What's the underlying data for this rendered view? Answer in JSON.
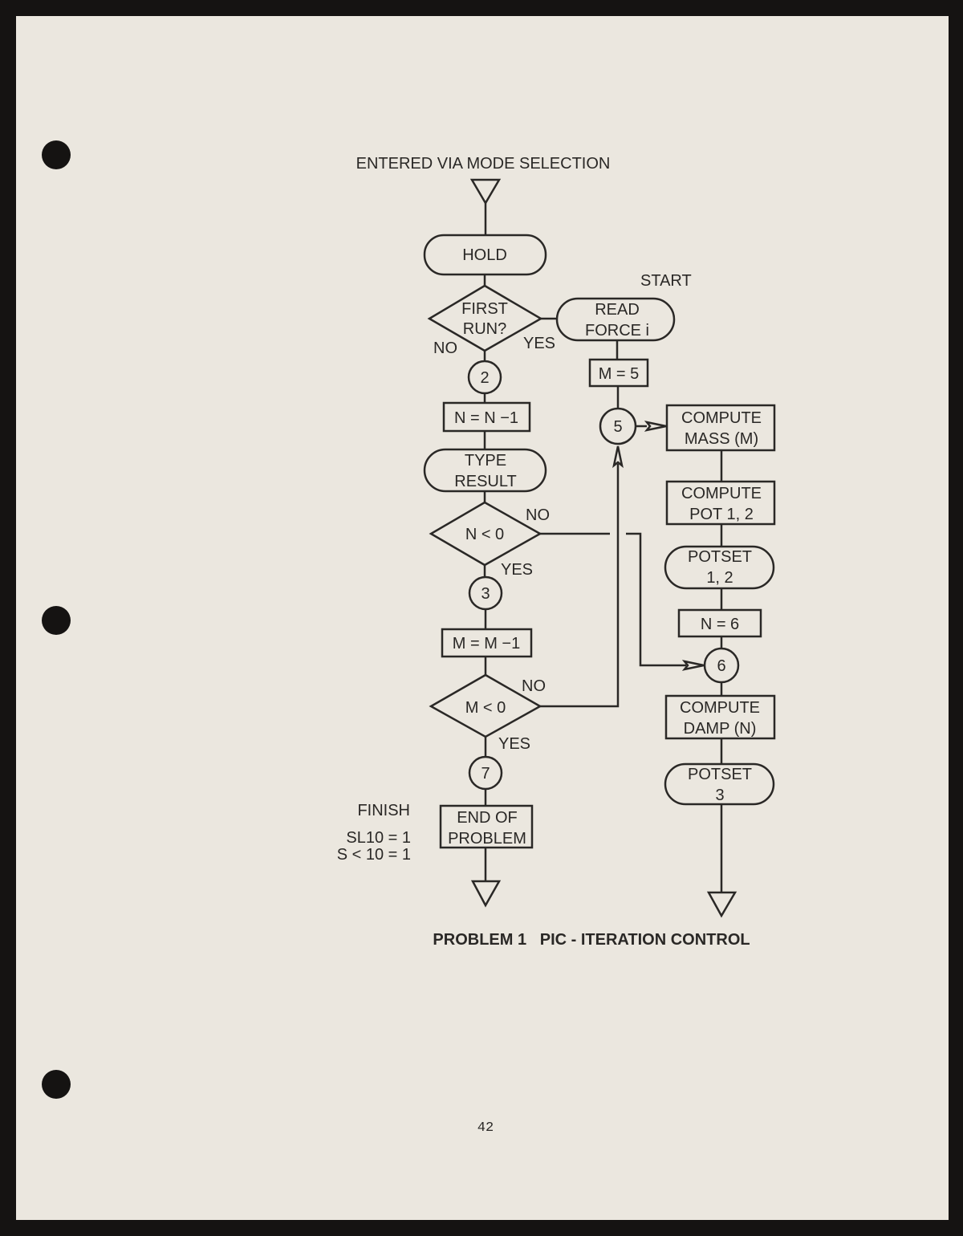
{
  "document": {
    "entry_label": "ENTERED VIA MODE SELECTION",
    "start_label": "START",
    "finish_label": "FINISH",
    "finish_conditions": [
      "SL10 = 1",
      "S < 10 = 1"
    ],
    "caption": "PROBLEM 1   PIC - ITERATION CONTROL",
    "page_number": "42"
  },
  "flowchart": {
    "nodes": {
      "hold": [
        "HOLD"
      ],
      "first_run": [
        "FIRST",
        "RUN?"
      ],
      "read_force": [
        "READ",
        "FORCE i"
      ],
      "m_eq_5": [
        "M = 5"
      ],
      "conn2": "2",
      "n_dec": [
        "N = N −1"
      ],
      "type_result": [
        "TYPE",
        "RESULT"
      ],
      "n_lt_0": [
        "N < 0"
      ],
      "conn3": "3",
      "m_dec": [
        "M = M −1"
      ],
      "m_lt_0": [
        "M < 0"
      ],
      "conn7": "7",
      "end_problem": [
        "END  OF",
        "PROBLEM"
      ],
      "conn5": "5",
      "compute_mass": [
        "COMPUTE",
        "MASS  (M)"
      ],
      "compute_pot": [
        "COMPUTE",
        "POT  1,  2"
      ],
      "potset12": [
        "POTSET",
        "1,  2"
      ],
      "n_eq_6": [
        "N = 6"
      ],
      "conn6": "6",
      "compute_damp": [
        "COMPUTE",
        "DAMP  (N)"
      ],
      "potset3": [
        "POTSET",
        "3"
      ]
    },
    "branch_labels": {
      "first_run_no": "NO",
      "first_run_yes": "YES",
      "n_lt_0_no": "NO",
      "n_lt_0_yes": "YES",
      "m_lt_0_no": "NO",
      "m_lt_0_yes": "YES"
    }
  }
}
